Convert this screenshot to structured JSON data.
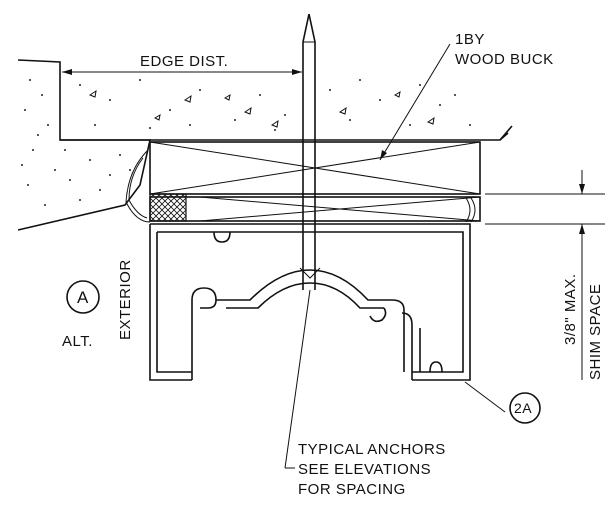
{
  "labels": {
    "edge_distance": "EDGE DIST.",
    "buck_line1": "1BY",
    "buck_line2": "WOOD BUCK",
    "callout_a": "A",
    "alt": "ALT.",
    "exterior": "EXTERIOR",
    "shim_max": "3/8\" MAX.",
    "shim_space": "SHIM SPACE",
    "callout_2a": "2A",
    "anchor_line1": "TYPICAL ANCHORS",
    "anchor_line2": "SEE ELEVATIONS",
    "anchor_line3": "FOR SPACING"
  },
  "colors": {
    "line": "#111111",
    "background": "#ffffff"
  }
}
